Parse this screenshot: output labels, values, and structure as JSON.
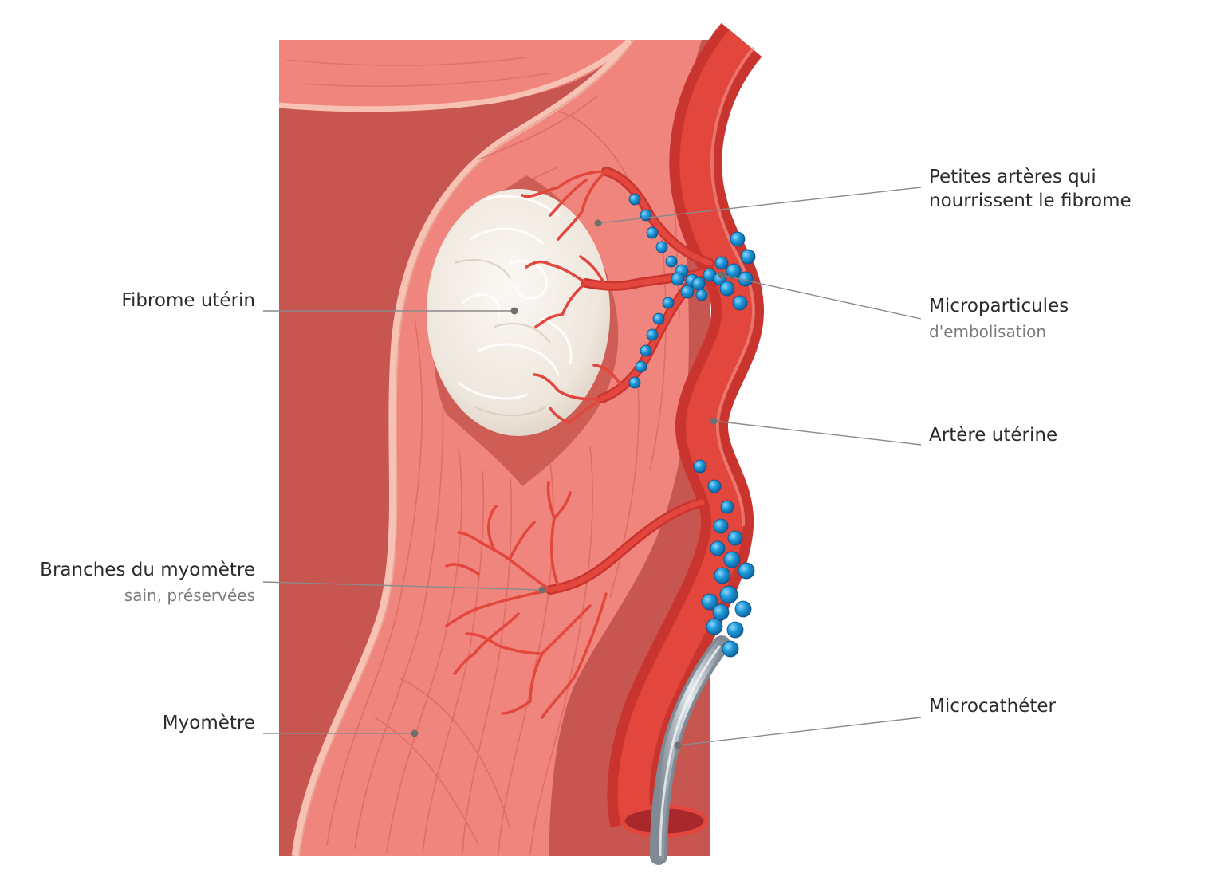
{
  "labels": {
    "fibrome": "Fibrome utérin",
    "branches_title": "Branches du myomètre",
    "branches_sub": "sain, préservées",
    "myometre": "Myomètre",
    "petites_line1": "Petites artères qui",
    "petites_line2": "nourrissent le fibrome",
    "micro_title": "Microparticules",
    "micro_sub": "d'embolisation",
    "artere": "Artère utérine",
    "catheter": "Microcathéter"
  },
  "colors": {
    "cavity": "#c85650",
    "muscle": "#ef857c",
    "muscle_stripes": "#d9665e",
    "lining": "#f7c2b4",
    "artery_wall": "#c9342e",
    "artery_lumen": "#e2463d",
    "fibroid": "#f1ebe3",
    "particle": "#1e9ad8",
    "catheter": "#aab3bc",
    "leader": "#8a8a8a"
  },
  "icons": {
    "particle": "particle-sphere-icon",
    "leader_dot": "leader-dot-icon"
  }
}
